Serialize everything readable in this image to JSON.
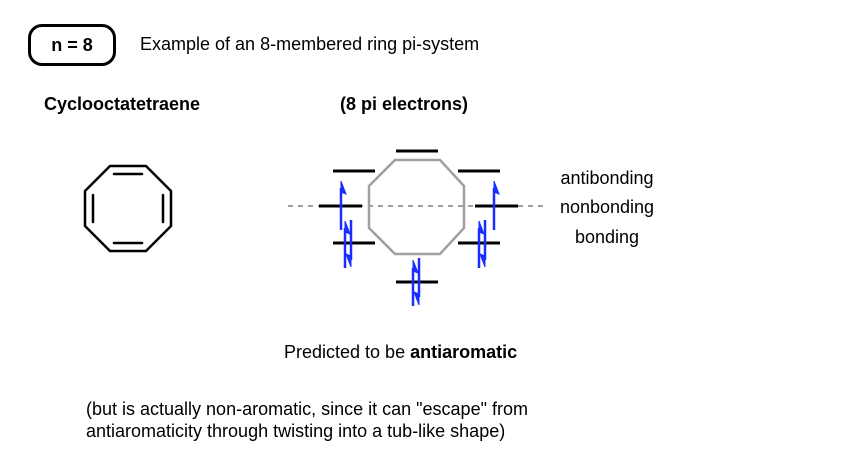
{
  "badge": {
    "label": "n = 8"
  },
  "title": "Example of an 8-membered ring pi-system",
  "molecule": {
    "name": "Cyclooctatetraene"
  },
  "pi_label": "(8 pi electrons)",
  "levels": {
    "antibonding": "antibonding",
    "nonbonding": "nonbonding",
    "bonding": "bonding"
  },
  "prediction": {
    "prefix": "Predicted to be ",
    "emphasis": "antiaromatic"
  },
  "note": {
    "line1": "(but is actually non-aromatic, since it can \"escape\" from",
    "line2": "antiaromaticity through twisting into a tub-like shape)"
  },
  "colors": {
    "electron": "#1a2cff",
    "octagon": "#a0a0a0",
    "dashed_line": "#a0a0a0",
    "level": "#000000"
  }
}
